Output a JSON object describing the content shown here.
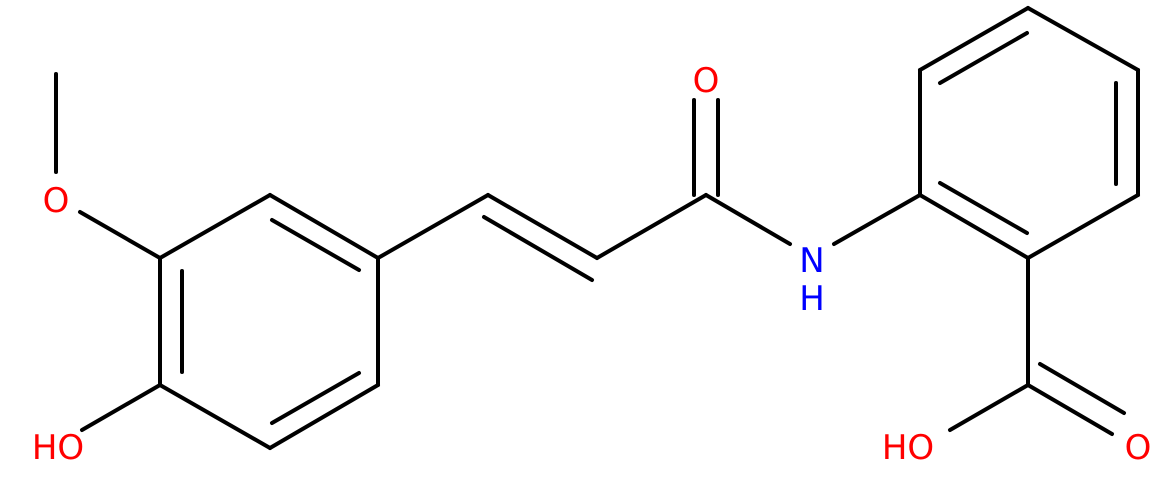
{
  "labels": {
    "methoxy_o": "O",
    "phenol_oh": "HO",
    "amide_o": "O",
    "amide_n": "N",
    "amide_h": "H",
    "acid_oh": "HO",
    "acid_o": "O"
  },
  "colors": {
    "bond": "#000000",
    "oxygen": "#ff0000",
    "nitrogen": "#0000ff",
    "background": "#ffffff"
  }
}
